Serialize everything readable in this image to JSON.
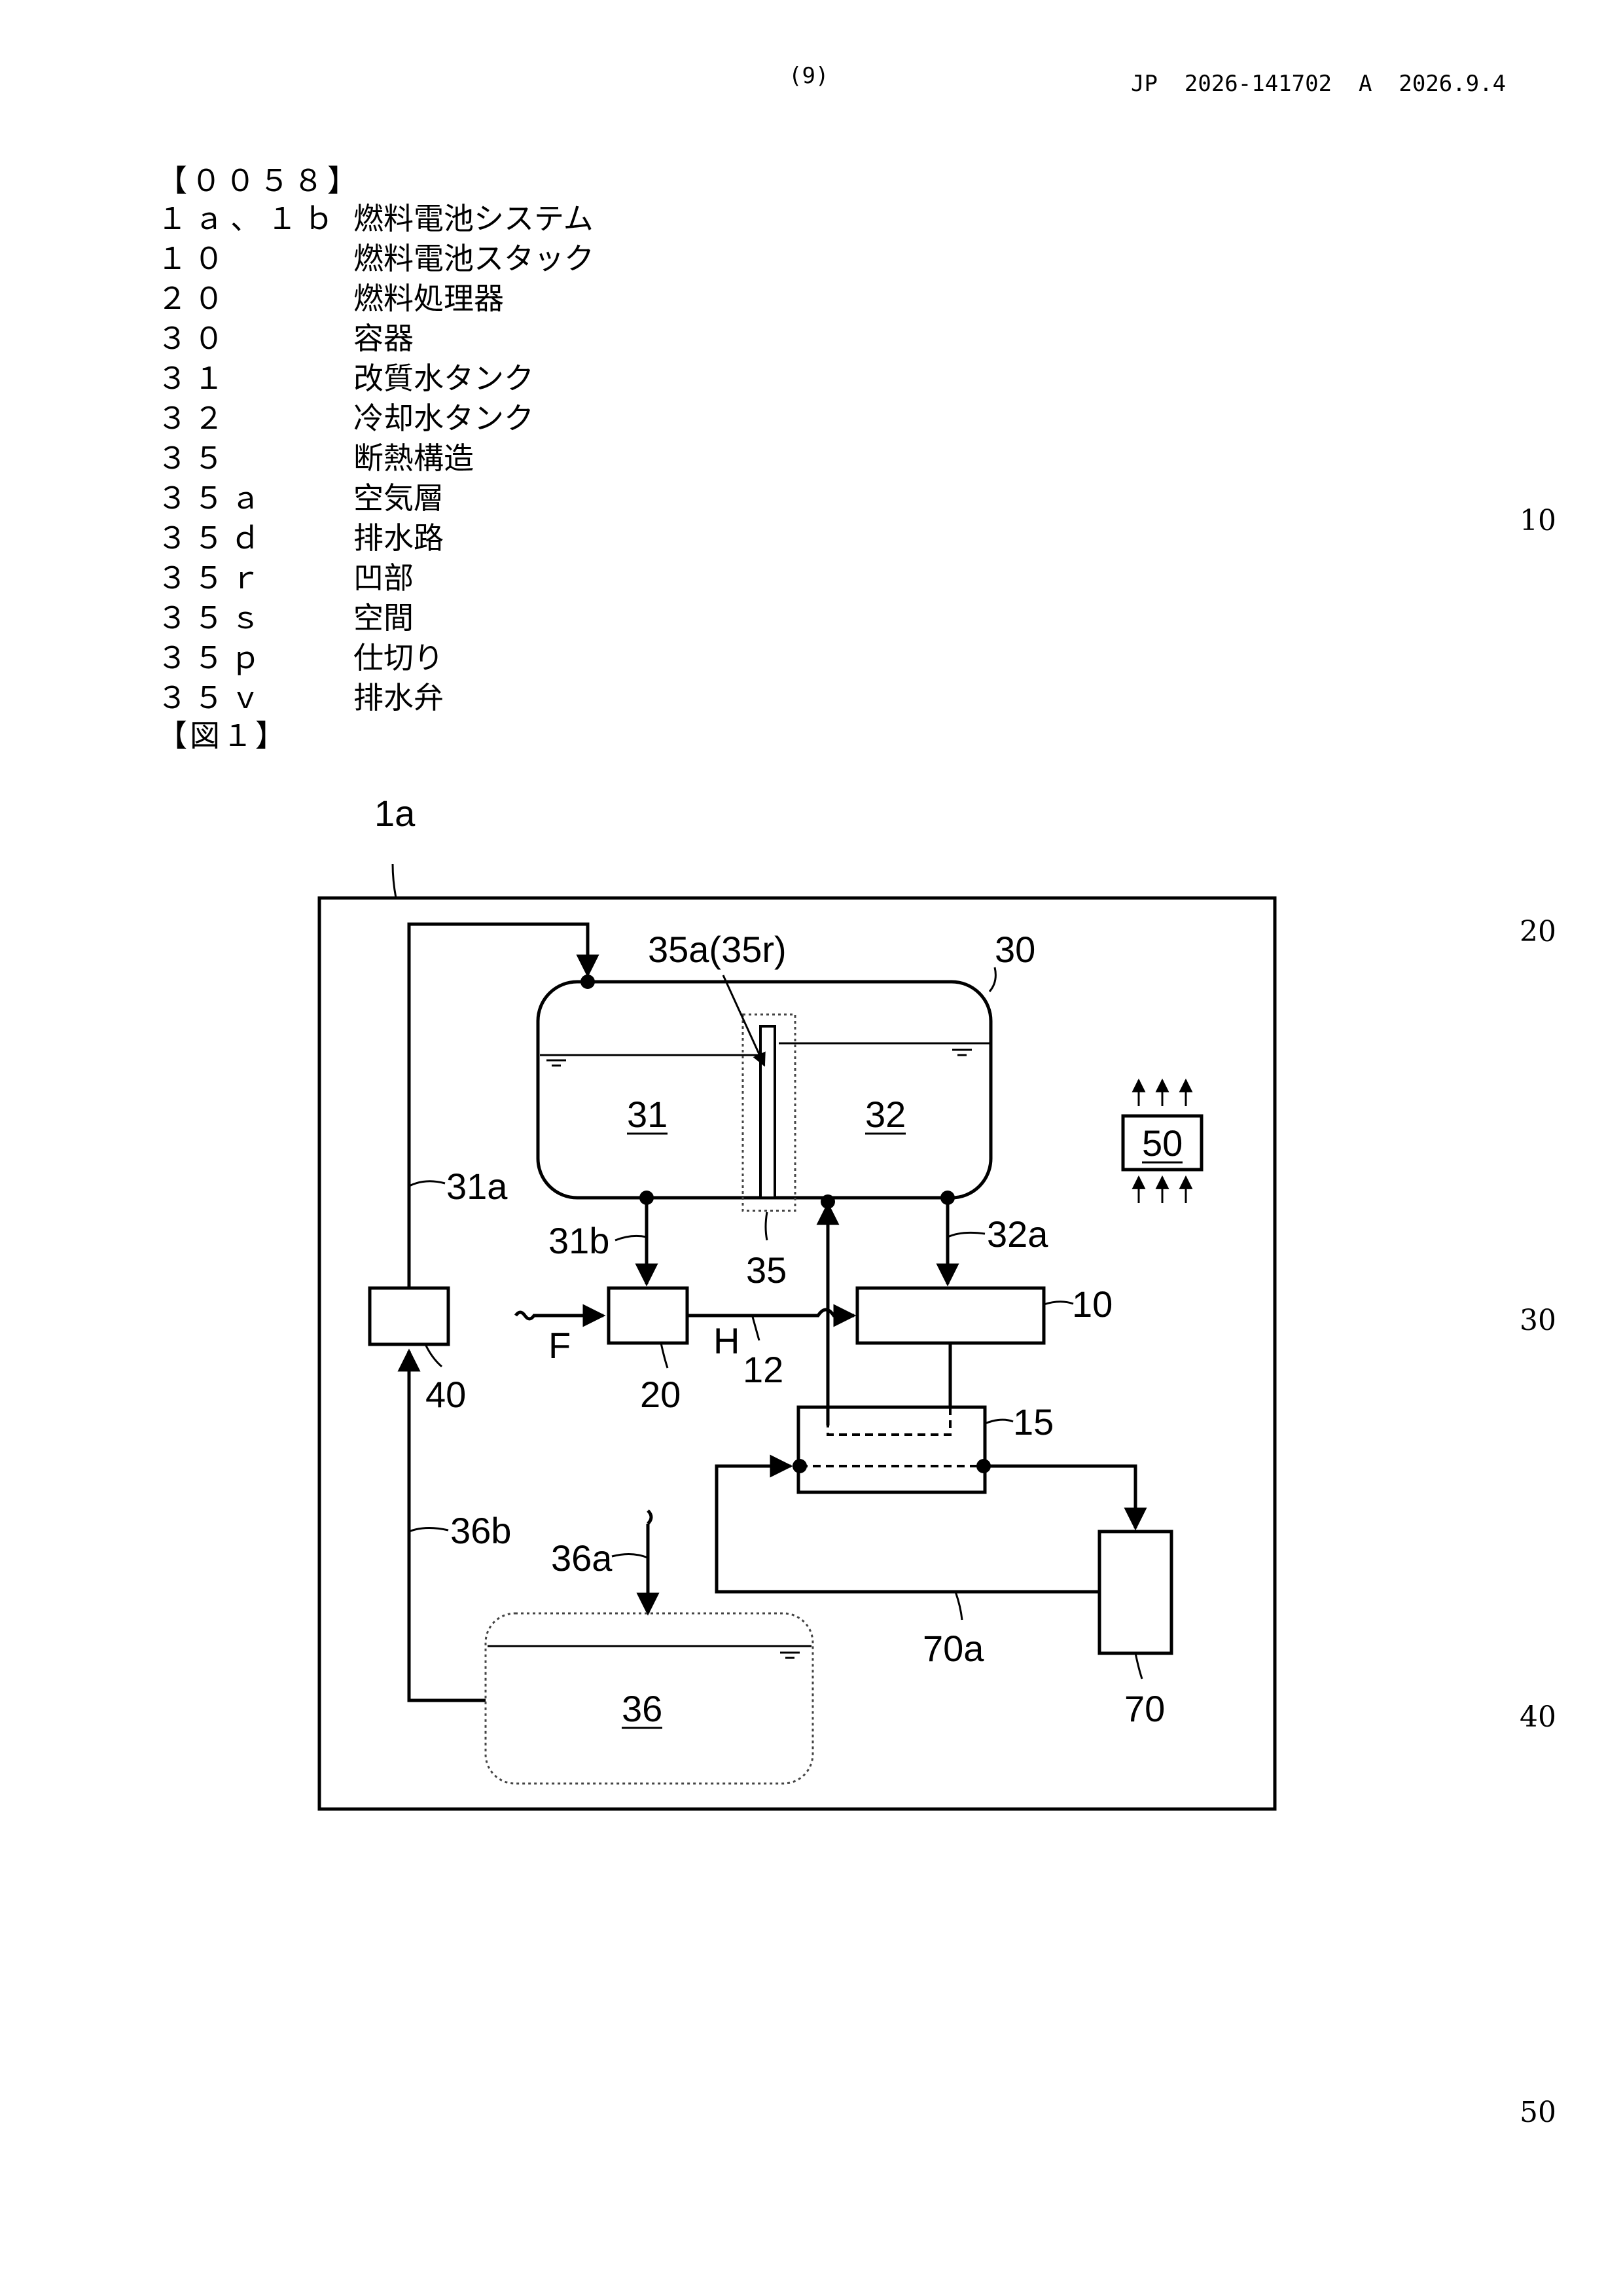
{
  "header": {
    "page_number": "(9)",
    "publication": "JP  2026-141702  A  2026.9.4"
  },
  "paragraph_id": "【００５８】",
  "signs": [
    {
      "num": "１ａ、１ｂ",
      "name": "燃料電池システム"
    },
    {
      "num": "１０",
      "name": "燃料電池スタック"
    },
    {
      "num": "２０",
      "name": "燃料処理器"
    },
    {
      "num": "３０",
      "name": "容器"
    },
    {
      "num": "３１",
      "name": "改質水タンク"
    },
    {
      "num": "３２",
      "name": "冷却水タンク"
    },
    {
      "num": "３５",
      "name": "断熱構造"
    },
    {
      "num": "３５ａ",
      "name": "空気層"
    },
    {
      "num": "３５ｄ",
      "name": "排水路"
    },
    {
      "num": "３５ｒ",
      "name": "凹部"
    },
    {
      "num": "３５ｓ",
      "name": "空間"
    },
    {
      "num": "３５ｐ",
      "name": "仕切り"
    },
    {
      "num": "３５ｖ",
      "name": "排水弁"
    }
  ],
  "figure_caption": "【図１】",
  "margin_line_numbers": [
    "10",
    "20",
    "30",
    "40",
    "50"
  ],
  "figure": {
    "system": "1a",
    "container": "30",
    "reform_tank": "31",
    "cooling_tank": "32",
    "insulation": "35",
    "air_layer": "35a(35r)",
    "line_31a": "31a",
    "line_31b": "31b",
    "line_32a": "32a",
    "stack": "10",
    "processor": "20",
    "pump": "40",
    "fuel": "F",
    "hydrogen": "H",
    "line_12": "12",
    "heat_exchanger": "15",
    "unit_50": "50",
    "line_36b": "36b",
    "line_36a": "36a",
    "tank_36": "36",
    "line_70a": "70a",
    "unit_70": "70"
  }
}
